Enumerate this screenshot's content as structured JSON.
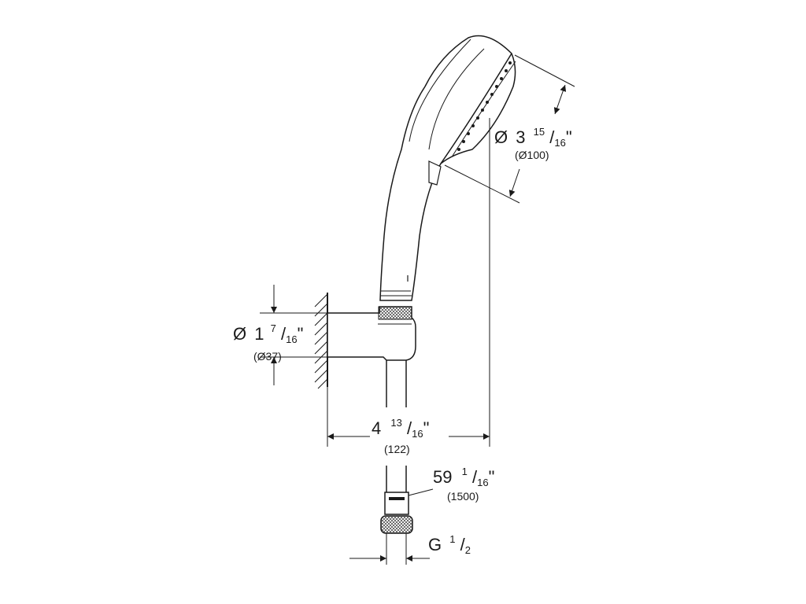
{
  "dimensions": {
    "head_diameter": {
      "symbol": "Ø",
      "whole": "3",
      "num": "15",
      "den": "16",
      "unit": "\"",
      "metric": "(Ø100)"
    },
    "holder_diameter": {
      "symbol": "Ø",
      "whole": "1",
      "num": "7",
      "den": "16",
      "unit": "\"",
      "metric": "(Ø37)"
    },
    "projection": {
      "whole": "4",
      "num": "13",
      "den": "16",
      "unit": "\"",
      "metric": "(122)"
    },
    "hose_length": {
      "whole": "59",
      "num": "1",
      "den": "16",
      "unit": "\"",
      "metric": "(1500)"
    },
    "thread": {
      "prefix": "G",
      "num": "1",
      "den": "2"
    }
  },
  "colors": {
    "line": "#1a1a1a",
    "background": "#ffffff"
  }
}
